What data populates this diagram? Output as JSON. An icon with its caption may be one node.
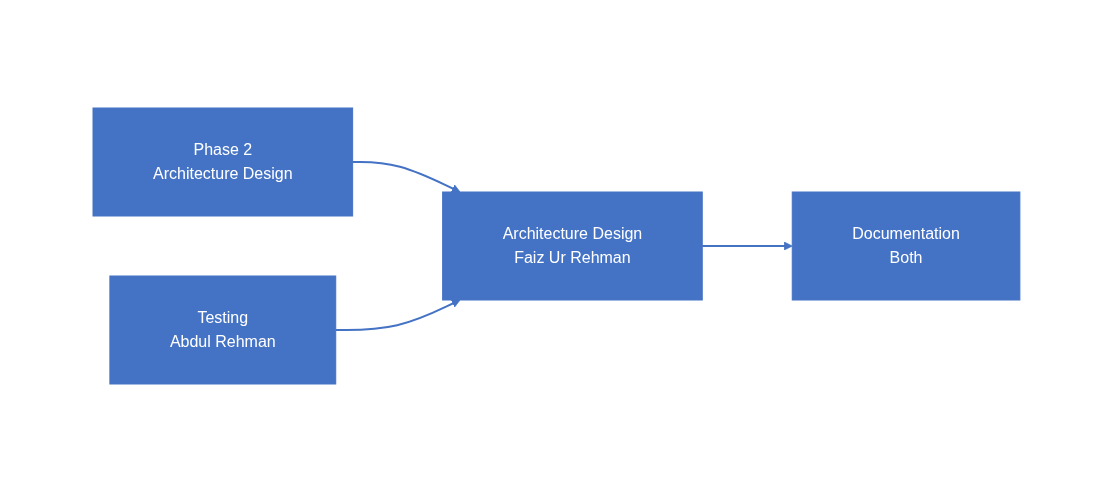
{
  "diagram": {
    "nodes": [
      {
        "text": [
          "Phase 2",
          "Architecture Design"
        ]
      },
      {
        "text": [
          "Testing",
          "Abdul Rehman"
        ]
      },
      {
        "text": [
          "Architecture Design",
          "Faiz Ur Rehman"
        ]
      },
      {
        "text": [
          "Documentation",
          "Both"
        ]
      }
    ],
    "edges": [
      {
        "from": 0,
        "to": 2,
        "arrow": "to"
      },
      {
        "from": 1,
        "to": 2,
        "arrow": "to"
      },
      {
        "from": 2,
        "to": 3,
        "arrow": "to"
      }
    ]
  }
}
